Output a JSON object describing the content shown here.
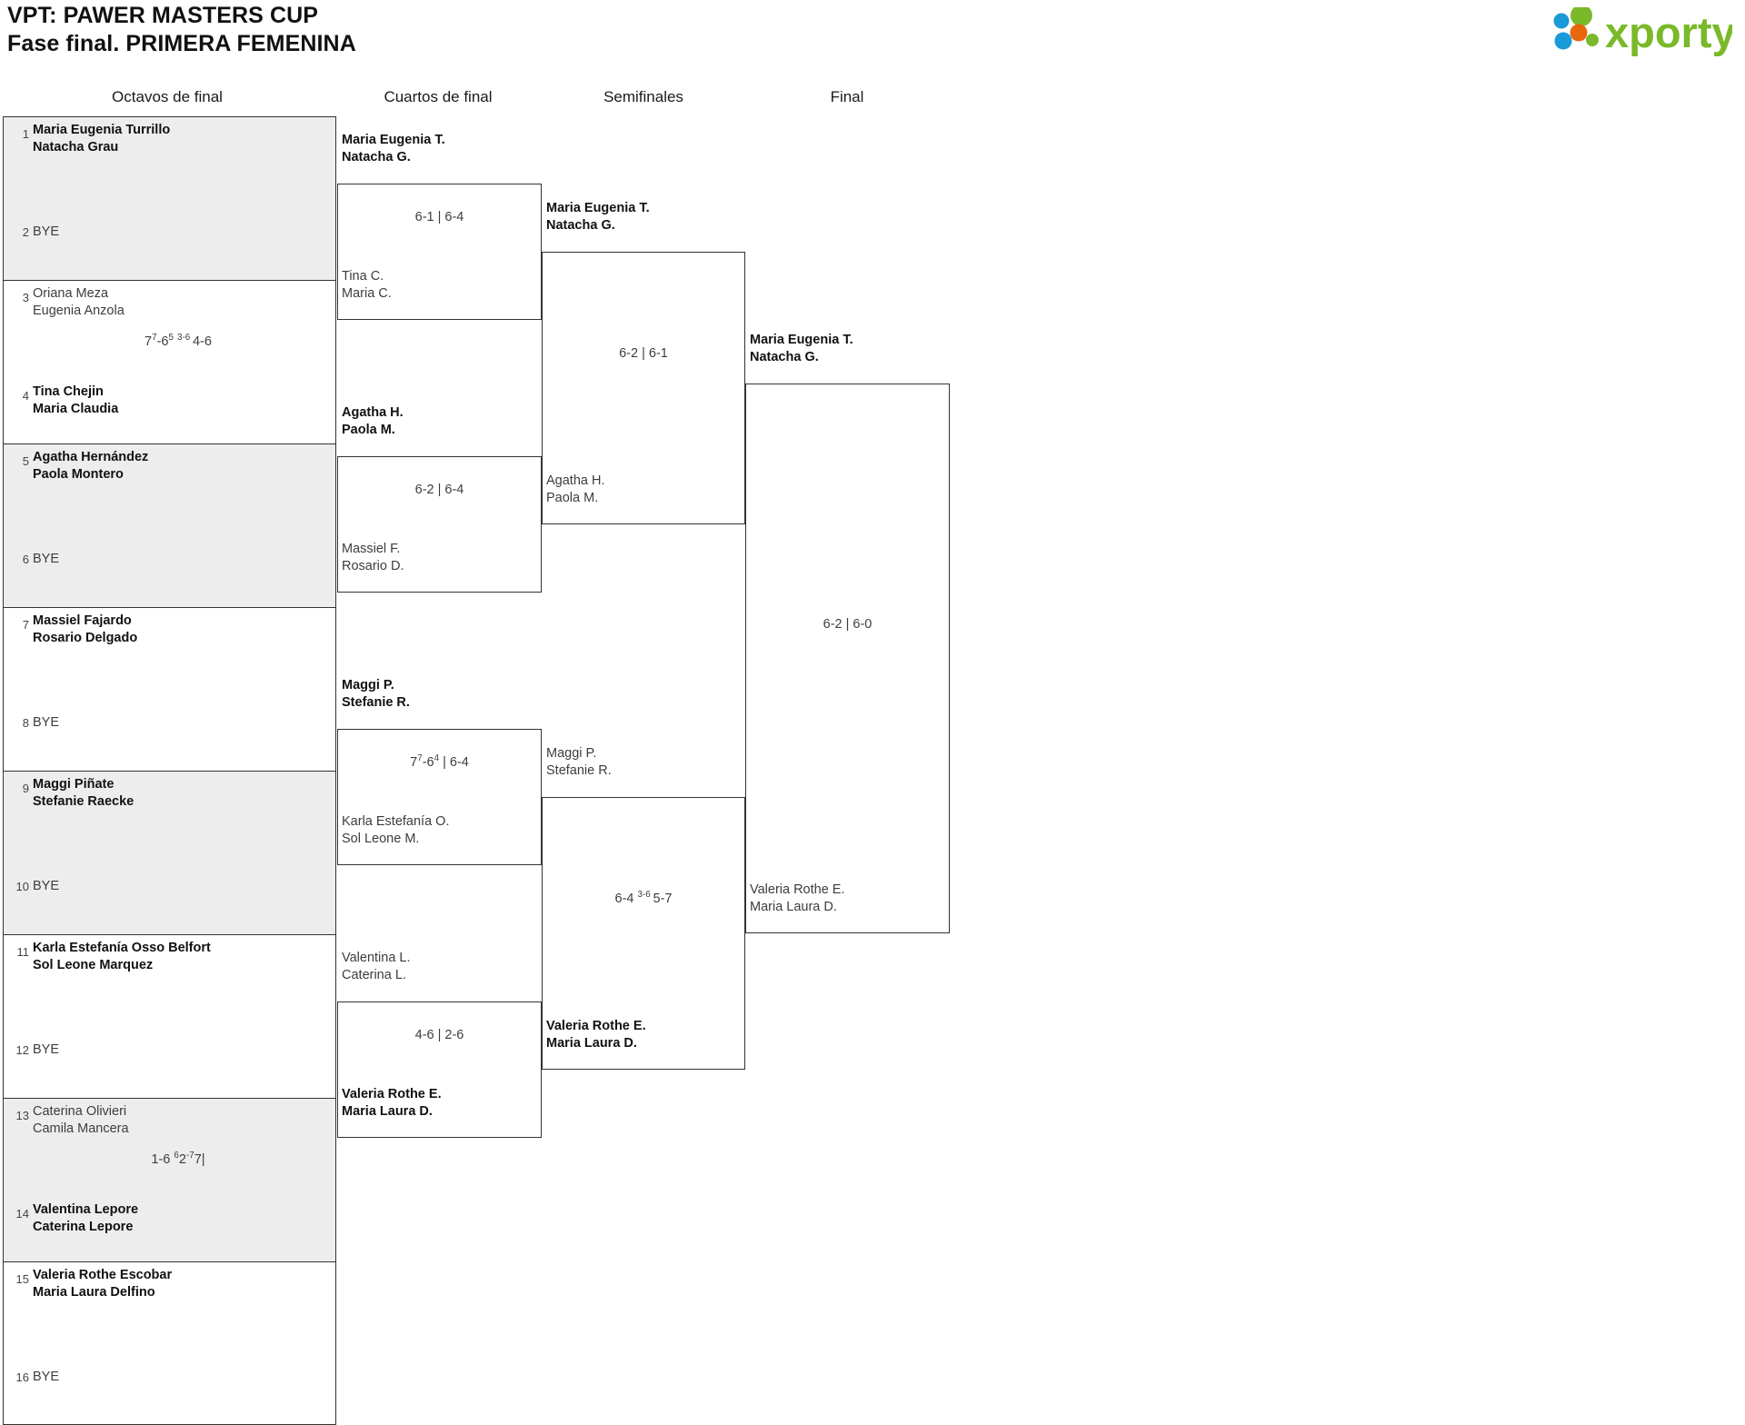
{
  "header": {
    "title_line1": "VPT: PAWER MASTERS CUP",
    "title_line2": "Fase final. PRIMERA FEMENINA",
    "logo_text": "xporty",
    "logo_colors": {
      "green": "#7ab929",
      "blue": "#1a9ad7",
      "orange": "#e8660c"
    }
  },
  "rounds": [
    {
      "label": "Octavos de final"
    },
    {
      "label": "Cuartos de final"
    },
    {
      "label": "Semifinales"
    },
    {
      "label": "Final"
    }
  ],
  "colors": {
    "shade": "#ededed",
    "line": "#333333",
    "winner_text": "#111111",
    "loser_text": "#3d3d3d"
  },
  "round_of_16": [
    {
      "shaded": true,
      "seed_top": "1",
      "top_line1": "Maria Eugenia Turrillo",
      "top_line2": "Natacha Grau",
      "top_result": "win",
      "seed_bottom": "2",
      "bottom_line1": "BYE",
      "bottom_line2": "",
      "bottom_result": "bye",
      "score": ""
    },
    {
      "shaded": false,
      "seed_top": "3",
      "top_line1": "Oriana Meza",
      "top_line2": "Eugenia Anzola",
      "top_result": "lose",
      "seed_bottom": "4",
      "bottom_line1": "Tina Chejin",
      "bottom_line2": "Maria Claudia",
      "bottom_result": "win",
      "score": "7|7|-6|5| | 3-6 | 4-6"
    },
    {
      "shaded": true,
      "seed_top": "5",
      "top_line1": "Agatha Hernández",
      "top_line2": "Paola Montero",
      "top_result": "win",
      "seed_bottom": "6",
      "bottom_line1": "BYE",
      "bottom_line2": "",
      "bottom_result": "bye",
      "score": ""
    },
    {
      "shaded": false,
      "seed_top": "7",
      "top_line1": "Massiel Fajardo",
      "top_line2": "Rosario Delgado",
      "top_result": "win",
      "seed_bottom": "8",
      "bottom_line1": "BYE",
      "bottom_line2": "",
      "bottom_result": "bye",
      "score": ""
    },
    {
      "shaded": true,
      "seed_top": "9",
      "top_line1": "Maggi Piñate",
      "top_line2": "Stefanie Raecke",
      "top_result": "win",
      "seed_bottom": "10",
      "bottom_line1": "BYE",
      "bottom_line2": "",
      "bottom_result": "bye",
      "score": ""
    },
    {
      "shaded": false,
      "seed_top": "11",
      "top_line1": "Karla Estefanía Osso Belfort",
      "top_line2": "Sol Leone Marquez",
      "top_result": "win",
      "seed_bottom": "12",
      "bottom_line1": "BYE",
      "bottom_line2": "",
      "bottom_result": "bye",
      "score": ""
    },
    {
      "shaded": true,
      "seed_top": "13",
      "top_line1": "Caterina Olivieri",
      "top_line2": "Camila Mancera",
      "top_result": "lose",
      "seed_bottom": "14",
      "bottom_line1": "Valentina Lepore",
      "bottom_line2": "Caterina Lepore",
      "bottom_result": "win",
      "score": "1-6 | 6|2|-7|7|"
    },
    {
      "shaded": false,
      "seed_top": "15",
      "top_line1": "Valeria Rothe Escobar",
      "top_line2": "Maria Laura Delfino",
      "top_result": "win",
      "seed_bottom": "16",
      "bottom_line1": "BYE",
      "bottom_line2": "",
      "bottom_result": "bye",
      "score": ""
    }
  ],
  "quarterfinals": [
    {
      "top_line1": "Maria Eugenia T.",
      "top_line2": "Natacha G.",
      "top_result": "win",
      "bottom_line1": "Tina C.",
      "bottom_line2": "Maria C.",
      "bottom_result": "lose",
      "score": "6-1 | 6-4"
    },
    {
      "top_line1": "Agatha H.",
      "top_line2": "Paola M.",
      "top_result": "win",
      "bottom_line1": "Massiel F.",
      "bottom_line2": "Rosario D.",
      "bottom_result": "lose",
      "score": "6-2 | 6-4"
    },
    {
      "top_line1": "Maggi P.",
      "top_line2": "Stefanie R.",
      "top_result": "win",
      "bottom_line1": "Karla Estefanía O.",
      "bottom_line2": "Sol Leone M.",
      "bottom_result": "lose",
      "score": "7|7|-6|4| | 6-4"
    },
    {
      "top_line1": "Valentina L.",
      "top_line2": "Caterina L.",
      "top_result": "lose",
      "bottom_line1": "Valeria Rothe E.",
      "bottom_line2": "Maria Laura D.",
      "bottom_result": "win",
      "score": "4-6 | 2-6"
    }
  ],
  "semifinals": [
    {
      "top_line1": "Maria Eugenia T.",
      "top_line2": "Natacha G.",
      "top_result": "win",
      "bottom_line1": "Agatha H.",
      "bottom_line2": "Paola M.",
      "bottom_result": "lose",
      "score": "6-2 | 6-1"
    },
    {
      "top_line1": "Maggi P.",
      "top_line2": "Stefanie R.",
      "top_result": "lose",
      "bottom_line1": "Valeria Rothe E.",
      "bottom_line2": "Maria Laura D.",
      "bottom_result": "win",
      "score": "6-4 | 3-6 | 5-7"
    }
  ],
  "final": {
    "top_line1": "Maria Eugenia T.",
    "top_line2": "Natacha G.",
    "top_result": "win",
    "bottom_line1": "Valeria Rothe E.",
    "bottom_line2": "Maria Laura D.",
    "bottom_result": "lose",
    "score": "6-2 | 6-0"
  }
}
